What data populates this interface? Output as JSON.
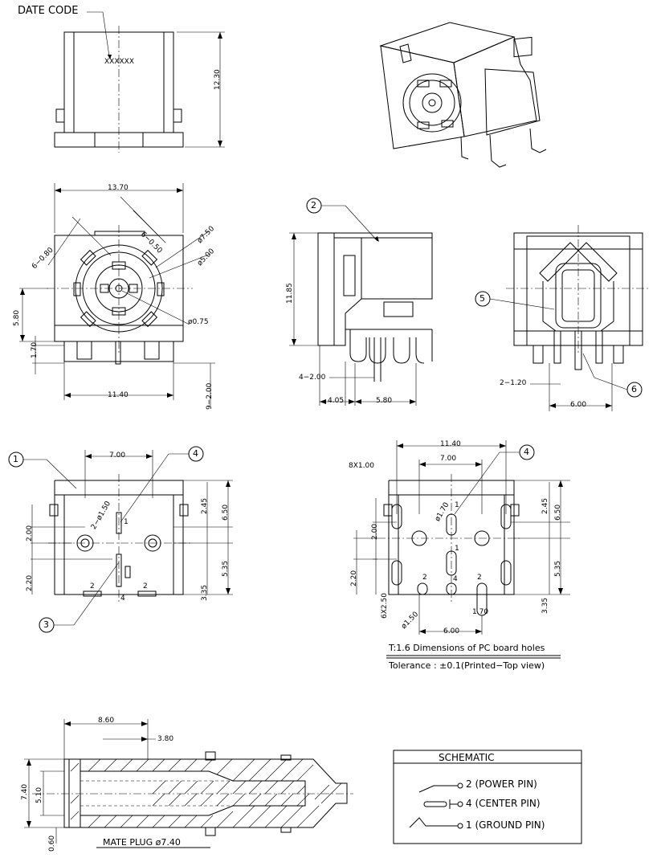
{
  "front_view": {
    "date_code_label": "DATE CODE",
    "date_code_value": "XXXXXX",
    "height_dim": "12.30"
  },
  "face_view": {
    "width_dim": "13.70",
    "dim_slot_a": "6−0.80",
    "dim_slot_b": "6−0.50",
    "dim_d750": "ø7.50",
    "dim_d500": "ø5.00",
    "dim_d075": "ø0.75",
    "dim_580": "5.80",
    "dim_170": "1.70",
    "dim_1140": "11.40",
    "dim_pins": "9−2.00"
  },
  "side_view": {
    "callout": "2",
    "height_dim": "11.85",
    "dim_pins": "4−2.00",
    "dim_405": "4.05",
    "dim_580": "5.80"
  },
  "rear_view": {
    "callout_a": "5",
    "callout_b": "6",
    "dim_pins": "2−1.20",
    "dim_600": "6.00"
  },
  "bottom_view": {
    "callout_1": "1",
    "callout_3": "3",
    "callout_4": "4",
    "dim_700": "7.00",
    "dim_holes": "2−ø1.50",
    "dim_200": "2.00",
    "dim_220": "2.20",
    "dim_245": "2.45",
    "dim_650": "6.50",
    "dim_535": "5.35",
    "dim_335": "3.35",
    "pin_1": "1",
    "pin_2a": "2",
    "pin_2b": "2",
    "pin_4": "4"
  },
  "pcb_view": {
    "callout_4": "4",
    "dim_1140": "11.40",
    "dim_700": "7.00",
    "dim_8x100": "8X1.00",
    "dim_d170": "ø1.70",
    "dim_200": "2.00",
    "dim_220": "2.20",
    "dim_6x250": "6X2.50",
    "dim_d150": "ø1.50",
    "dim_600": "6.00",
    "dim_170": "1.70",
    "dim_245": "2.45",
    "dim_650": "6.50",
    "dim_535": "5.35",
    "dim_335": "3.35",
    "pin_1a": "1",
    "pin_1b": "1",
    "pin_2a": "2",
    "pin_2b": "2",
    "pin_4": "4",
    "caption": "T:1.6  Dimensions of PC board holes",
    "tolerance": "Tolerance : ±0.1(Printed−Top view)"
  },
  "plug_view": {
    "dim_860": "8.60",
    "dim_380": "3.80",
    "dim_740": "7.40",
    "dim_510": "5.10",
    "dim_060": "0.60",
    "caption": "MATE  PLUG  ø7.40"
  },
  "schematic": {
    "title": "SCHEMATIC",
    "pin_power": "2 (POWER  PIN)",
    "pin_center": "4 (CENTER  PIN)",
    "pin_ground": "1 (GROUND  PIN)"
  }
}
